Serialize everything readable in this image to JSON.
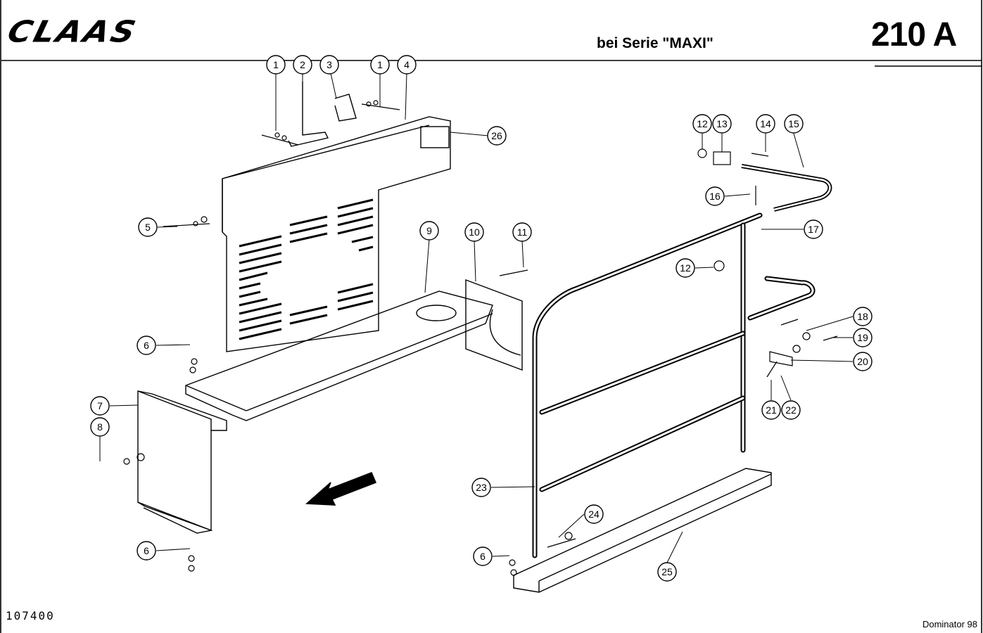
{
  "header": {
    "brand": "CLAAS",
    "series_note": "bei Serie \"MAXI\"",
    "page_number": "210 A"
  },
  "footer": {
    "doc_number": "107400",
    "model": "Dominator 98"
  },
  "callouts": [
    "1",
    "2",
    "3",
    "1",
    "4",
    "26",
    "5",
    "9",
    "10",
    "11",
    "6",
    "7",
    "8",
    "6",
    "12",
    "13",
    "14",
    "15",
    "16",
    "17",
    "12",
    "18",
    "19",
    "20",
    "21",
    "22",
    "23",
    "24",
    "6",
    "25"
  ]
}
